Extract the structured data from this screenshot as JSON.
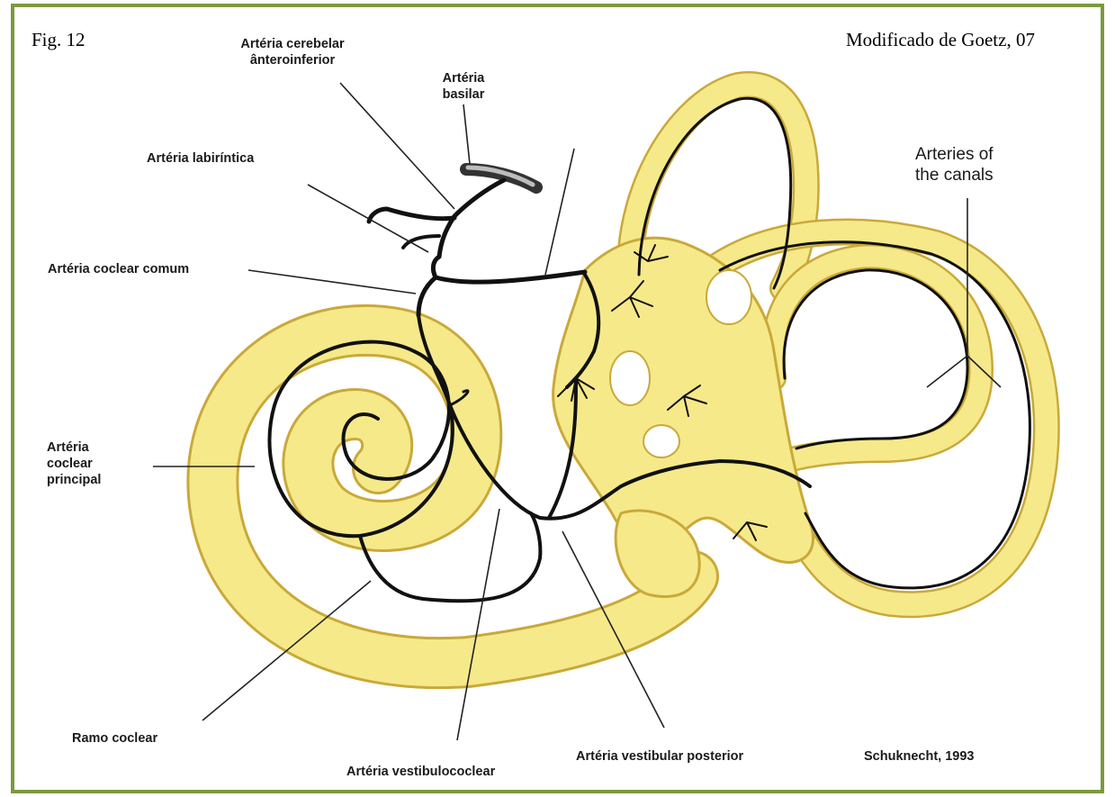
{
  "figure": {
    "number": "Fig. 12",
    "credit_top": "Modificado de Goetz, 07",
    "credit_bottom": "Schuknecht, 1993"
  },
  "labels": {
    "aica_line1": "Artéria cerebelar",
    "aica_line2": "ânteroinferior",
    "basilar_line1": "Artéria",
    "basilar_line2": "basilar",
    "labyrinthine": "Artéria labiríntica",
    "common_cochlear": "Artéria coclear comum",
    "main_cochlear_line1": "Artéria",
    "main_cochlear_line2": "coclear",
    "main_cochlear_line3": "principal",
    "cochlear_ramus": "Ramo coclear",
    "vestibulocochlear": "Artéria vestibulococlear",
    "posterior_vestibular": "Artéria vestibular posterior",
    "canals_line1": "Arteries of",
    "canals_line2": "the canals"
  },
  "colors": {
    "frame": "#7c9a3c",
    "labyrinth_fill": "#f6e98a",
    "labyrinth_outline": "#c9a93a",
    "artery": "#111111",
    "leader": "#222222"
  }
}
